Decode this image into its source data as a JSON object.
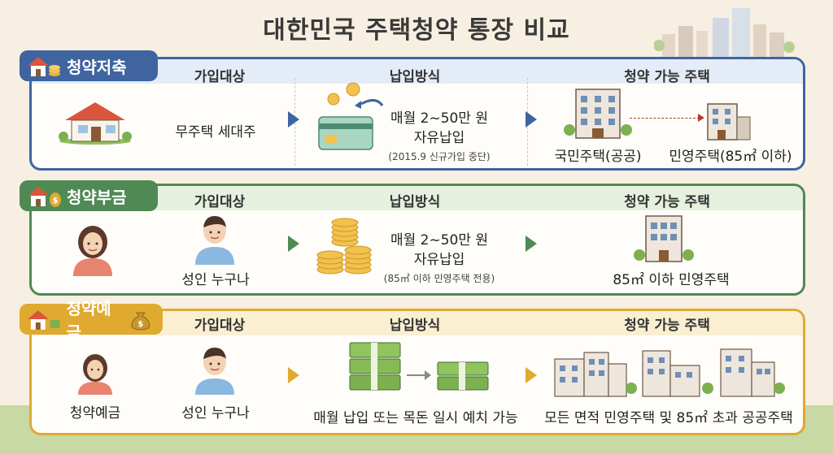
{
  "title": "대한민국 주택청약 통장 비교",
  "column_headers": {
    "who": "가입대상",
    "payment": "납입방식",
    "housing": "청약 가능 주택"
  },
  "accounts": [
    {
      "name": "청약저축",
      "color": "#3f64a0",
      "eligibility": "무주택 세대주",
      "payment_main_1": "매월 2~50만 원",
      "payment_main_2": "자유납입",
      "payment_note": "(2015.9 신규가입 중단)",
      "housing_1": "국민주택(공공)",
      "housing_2": "민영주택(85㎡ 이하)"
    },
    {
      "name": "청약부금",
      "color": "#4f8a55",
      "eligibility": "성인 누구나",
      "payment_main_1": "매월 2~50만 원",
      "payment_main_2": "자유납입",
      "payment_note": "(85㎡ 이하 민영주택 전용)",
      "housing_1": "85㎡ 이하 민영주택"
    },
    {
      "name": "청약예금",
      "color": "#e0a930",
      "person_label": "청약예금",
      "eligibility": "성인 누구나",
      "payment_main_1": "매월 납입 또는 목돈 일시 예치 가능",
      "housing_1": "모든 면적 민영주택 및 85㎡ 초과 공공주택"
    }
  ],
  "icons": [
    "house-icon",
    "coin-stack-icon",
    "money-bag-icon",
    "person-icon",
    "card-icon",
    "cash-bundle-icon",
    "building-icon",
    "tree-icon",
    "arrow-right-icon"
  ]
}
